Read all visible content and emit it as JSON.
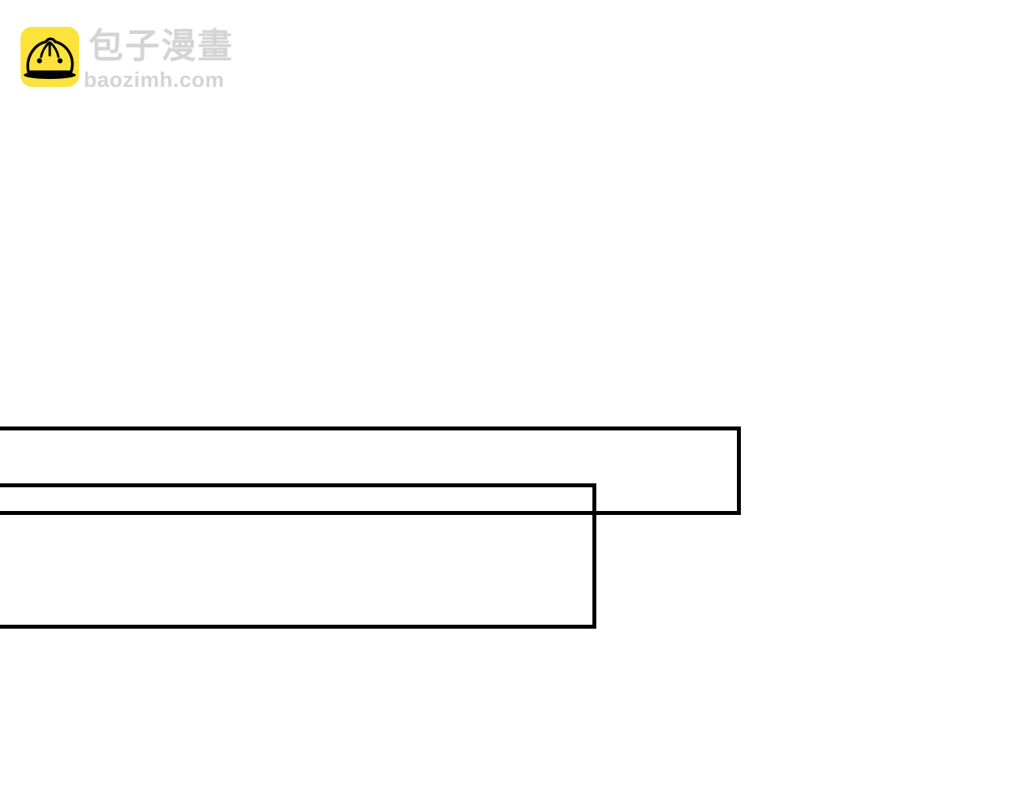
{
  "watermark": {
    "brand_cn": "包子漫畫",
    "brand_url": "baozimh.com",
    "logo_icon": "steamed-bun-icon",
    "logo_color": "#fbe33b",
    "text_color": "#d4d4d4"
  },
  "panels": [
    {
      "name": "upper-empty-panel",
      "border_color": "#000000"
    },
    {
      "name": "lower-empty-panel",
      "border_color": "#000000"
    }
  ]
}
